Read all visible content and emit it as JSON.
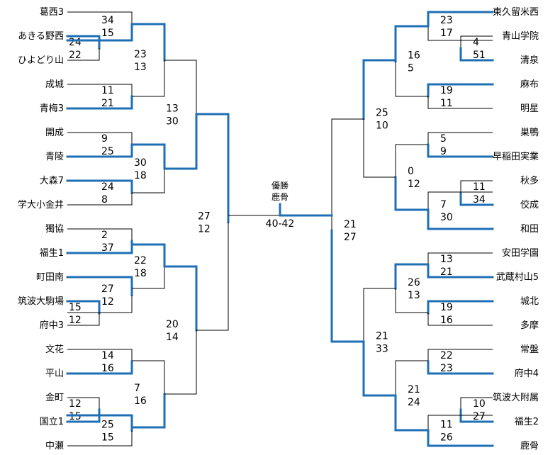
{
  "left_teams": [
    "葛西3",
    "あきる野西",
    "ひよどり山",
    "成城",
    "青梅3",
    "開成",
    "青陵",
    "大森7",
    "学大小金井",
    "獨協",
    "福生1",
    "町田南",
    "筑波大駒場",
    "府中3",
    "文花",
    "平山",
    "金町",
    "国立1",
    "中瀬"
  ],
  "right_teams": [
    "東久留米西",
    "青山学院",
    "清泉",
    "麻布",
    "明星",
    "巣鴨",
    "早稲田実業",
    "秋多",
    "佼成",
    "和田",
    "安田学園",
    "武蔵村山5",
    "城北",
    "多摩",
    "常盤",
    "府中4",
    "筑波大附属",
    "福生2",
    "鹿骨"
  ],
  "left_scores": {
    "m_play1": [
      "24",
      "22"
    ],
    "m_r1_1": [
      "34",
      "15"
    ],
    "m_r1_2": [
      "11",
      "21"
    ],
    "m_r1_3": [
      "9",
      "25"
    ],
    "m_r1_4": [
      "24",
      "8"
    ],
    "m_r1_5": [
      "2",
      "37"
    ],
    "m_play2": [
      "15",
      "12"
    ],
    "m_r1_6": [
      "27",
      "12"
    ],
    "m_r1_7": [
      "14",
      "16"
    ],
    "m_play3": [
      "12",
      "15"
    ],
    "m_r1_8": [
      "25",
      "15"
    ],
    "m_r2_1": [
      "23",
      "13"
    ],
    "m_r2_2": [
      "30",
      "18"
    ],
    "m_r2_3": [
      "22",
      "18"
    ],
    "m_r2_4": [
      "7",
      "16"
    ],
    "m_r3_1": [
      "13",
      "30"
    ],
    "m_r3_2": [
      "20",
      "14"
    ],
    "m_semi": [
      "27",
      "12"
    ]
  },
  "right_scores": {
    "m_play1": [
      "4",
      "51"
    ],
    "m_r1_1": [
      "23",
      "17"
    ],
    "m_r1_2": [
      "19",
      "11"
    ],
    "m_r1_3": [
      "5",
      "9"
    ],
    "m_play2": [
      "11",
      "34"
    ],
    "m_r1_4": [
      "7",
      "30"
    ],
    "m_r1_5": [
      "13",
      "21"
    ],
    "m_r1_6": [
      "19",
      "16"
    ],
    "m_r1_7": [
      "22",
      "23"
    ],
    "m_play3": [
      "10",
      "27"
    ],
    "m_r1_8": [
      "11",
      "26"
    ],
    "m_r2_1": [
      "16",
      "5"
    ],
    "m_r2_2": [
      "0",
      "12"
    ],
    "m_r2_3": [
      "26",
      "13"
    ],
    "m_r2_4": [
      "21",
      "24"
    ],
    "m_r3_1": [
      "25",
      "10"
    ],
    "m_r3_2": [
      "21",
      "33"
    ],
    "m_semi": [
      "21",
      "27"
    ]
  },
  "final": {
    "title_line1": "優勝",
    "title_line2": "鹿骨",
    "score": "40-42"
  },
  "colors": {
    "winner_line": "#1f6fb5",
    "line": "#000000"
  }
}
